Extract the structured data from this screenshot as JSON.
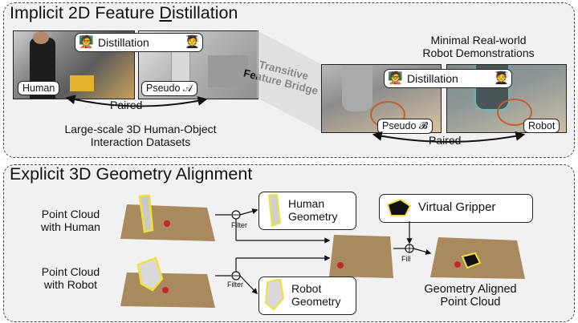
{
  "top": {
    "title_pre": "Implicit 2D Feature ",
    "title_u": "D",
    "title_post": "istillation",
    "human_tag": "Human",
    "pseudo_a_tag": "Pseudo 𝒜",
    "distill_left": "Distillation",
    "paired_left": "Paired",
    "datasets_line1": "Large-scale 3D Human-Object",
    "datasets_line2": "Interaction Datasets",
    "bridge_line1": "Transitive",
    "bridge_line2": "Feature Bridge",
    "real_line1": "Minimal Real-world",
    "real_line2": "Robot Demonstrations",
    "distill_right": "Distillation",
    "pseudo_b_tag": "Pseudo 𝓑",
    "robot_tag": "Robot",
    "paired_right": "Paired"
  },
  "bottom": {
    "title": "Explicit 3D Geometry Alignment",
    "pc_human_line1": "Point Cloud",
    "pc_human_line2": "with Human",
    "pc_robot_line1": "Point Cloud",
    "pc_robot_line2": "with Robot",
    "filter_top": "Filter",
    "filter_bottom": "Filter",
    "fill": "Fill",
    "human_geo_line1": "Human",
    "human_geo_line2": "Geometry",
    "robot_geo_line1": "Robot",
    "robot_geo_line2": "Geometry",
    "virtual_gripper": "Virtual Gripper",
    "aligned_line1": "Geometry Aligned",
    "aligned_line2": "Point Cloud"
  },
  "colors": {
    "highlight": "#f2e03a",
    "panel_bg": "#f1f1f1",
    "border": "#222222"
  }
}
